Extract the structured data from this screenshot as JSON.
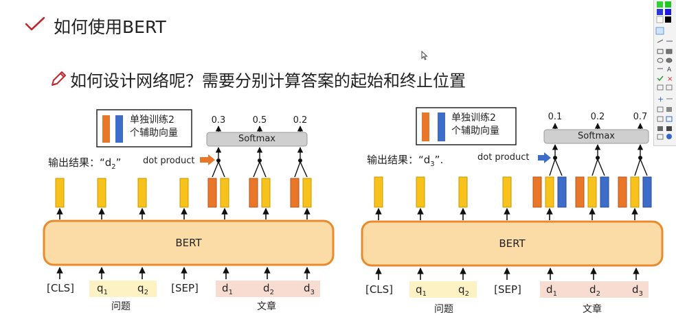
{
  "title": "如何使用BERT",
  "subtitle": "如何设计网络呢？需要分别计算答案的起始和终止位置",
  "colors": {
    "bert_fill": "#fbdca6",
    "bert_stroke": "#ea8a2e",
    "yellow": "#f6c21b",
    "orange": "#e9772a",
    "blue": "#3d6dc8",
    "softmax": "#cfcfcf",
    "query_bg": "#fdf2c4",
    "doc_bg": "#f8dcd2",
    "check": "#c0282b"
  },
  "left": {
    "legend": {
      "line1": "单独训练2",
      "line2": "个辅助向量"
    },
    "output_label": "输出结果：“d",
    "output_sub": "2",
    "output_end": "”",
    "dot_product": "dot product",
    "softmax": "Softmax",
    "probs": [
      "0.3",
      "0.5",
      "0.2"
    ],
    "bert": "BERT",
    "tokens": {
      "cls": "[CLS]",
      "q1": "q",
      "q2": "q",
      "sep": "[SEP]",
      "d1": "d",
      "d2": "d",
      "d3": "d"
    },
    "subs": {
      "q1": "1",
      "q2": "2",
      "d1": "1",
      "d2": "2",
      "d3": "3"
    },
    "group_q": "问题",
    "group_d": "文章"
  },
  "right": {
    "legend": {
      "line1": "单独训练2",
      "line2": "个辅助向量"
    },
    "output_label": "输出结果：“d",
    "output_sub": "3",
    "output_end": "”.",
    "dot_product": "dot product",
    "softmax": "Softmax",
    "probs": [
      "0.1",
      "0.2",
      "0.7"
    ],
    "bert": "BERT",
    "tokens": {
      "cls": "[CLS]",
      "q1": "q",
      "q2": "q",
      "sep": "[SEP]",
      "d1": "d",
      "d2": "d",
      "d3": "d"
    },
    "subs": {
      "q1": "1",
      "q2": "2",
      "d1": "1",
      "d2": "2",
      "d3": "3"
    },
    "group_q": "问题",
    "group_d": "文章"
  }
}
